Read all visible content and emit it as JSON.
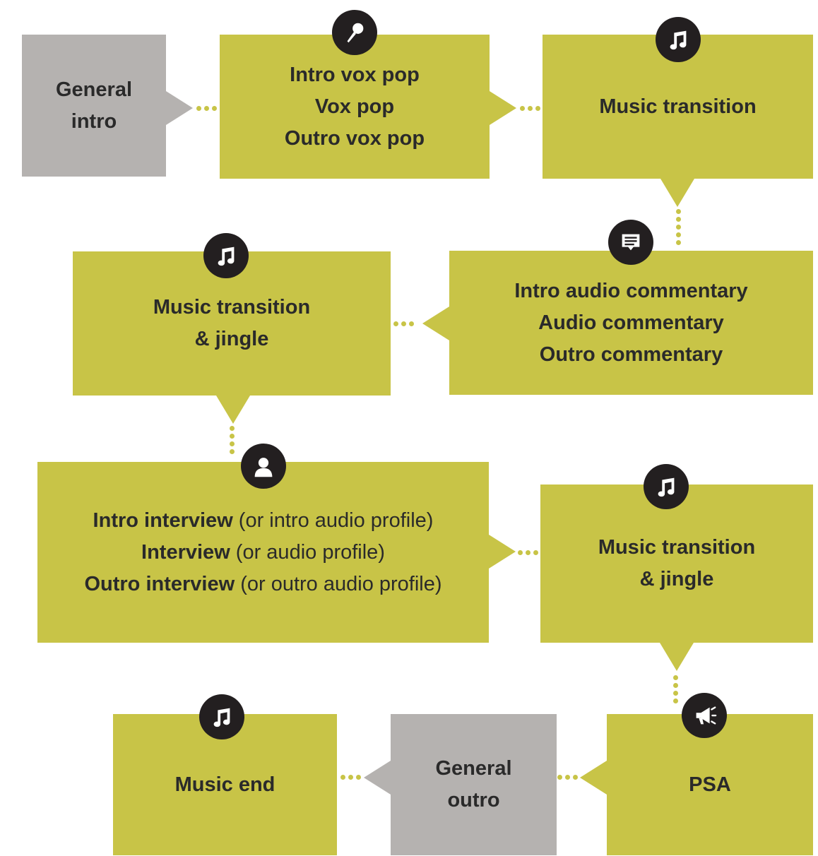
{
  "colors": {
    "green": "#c8c447",
    "grey": "#b5b2b0",
    "dark": "#231f20"
  },
  "nodes": {
    "general_intro": {
      "lines": [
        "General",
        "intro"
      ]
    },
    "vox_pop": {
      "lines": [
        "Intro vox pop",
        "Vox pop",
        "Outro vox pop"
      ],
      "icon": "microphone-icon"
    },
    "music_transition_1": {
      "lines": [
        "Music transition"
      ],
      "icon": "music-note-icon"
    },
    "audio_commentary": {
      "lines": [
        "Intro audio commentary",
        "Audio commentary",
        "Outro commentary"
      ],
      "icon": "speech-bubble-icon"
    },
    "music_jingle_1": {
      "lines": [
        "Music transition",
        "& jingle"
      ],
      "icon": "music-note-icon"
    },
    "interview": {
      "lines": [
        {
          "bold": "Intro interview",
          "regular": " (or intro audio profile)"
        },
        {
          "bold": "Interview",
          "regular": " (or audio profile)"
        },
        {
          "bold": "Outro interview",
          "regular": " (or outro audio profile)"
        }
      ],
      "icon": "person-icon"
    },
    "music_jingle_2": {
      "lines": [
        "Music transition",
        "& jingle"
      ],
      "icon": "music-note-icon"
    },
    "psa": {
      "lines": [
        "PSA"
      ],
      "icon": "megaphone-icon"
    },
    "general_outro": {
      "lines": [
        "General",
        "outro"
      ]
    },
    "music_end": {
      "lines": [
        "Music end"
      ],
      "icon": "music-note-icon"
    }
  },
  "flow": [
    "general_intro",
    "vox_pop",
    "music_transition_1",
    "audio_commentary",
    "music_jingle_1",
    "interview",
    "music_jingle_2",
    "psa",
    "general_outro",
    "music_end"
  ]
}
